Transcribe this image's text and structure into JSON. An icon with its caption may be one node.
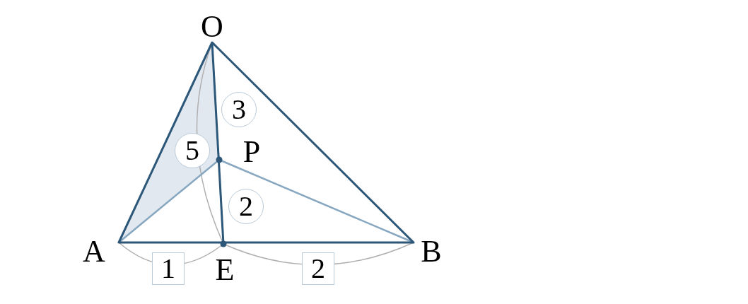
{
  "diagram": {
    "nodes": [
      {
        "text": [
          "3"
        ]
      },
      {
        "text": [
          "5"
        ]
      },
      {
        "text": [
          "2"
        ]
      },
      {
        "text": [
          "1"
        ]
      },
      {
        "text": [
          "2"
        ]
      }
    ],
    "labels": [
      "O",
      "P",
      "A",
      "E",
      "B"
    ]
  }
}
